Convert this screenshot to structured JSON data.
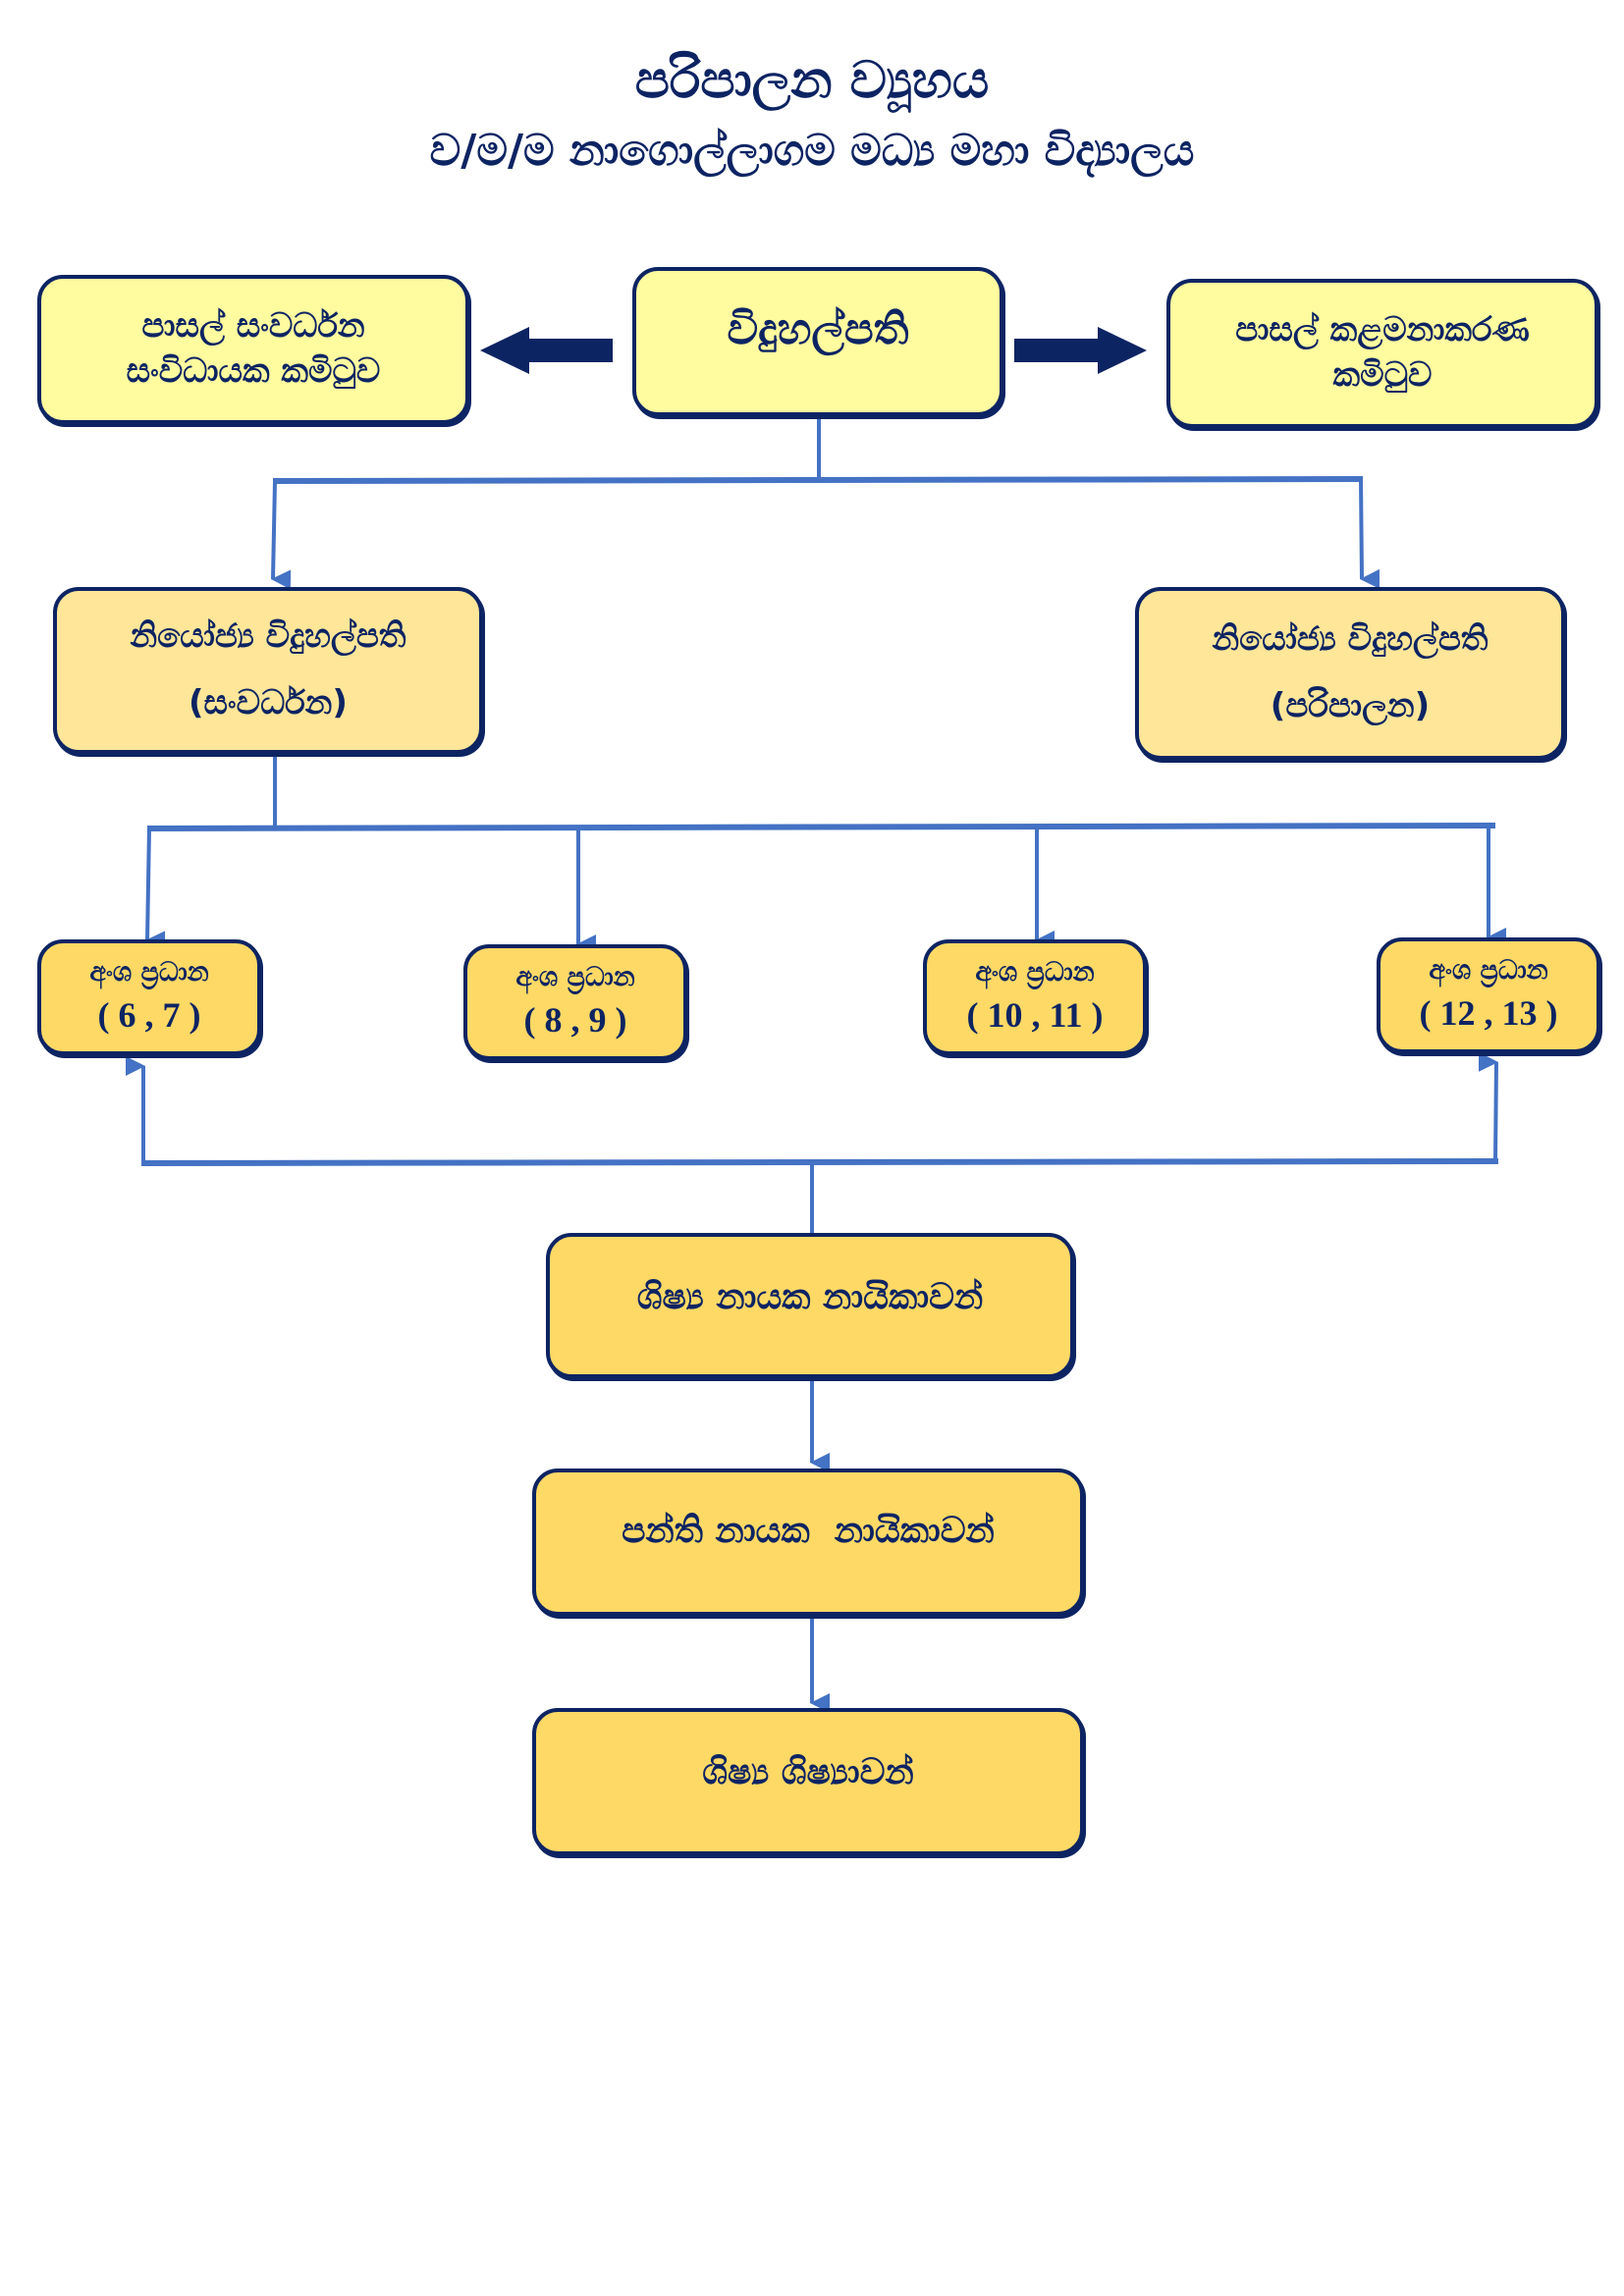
{
  "header": {
    "title": "පරිපාලන ව්‍යූහය",
    "subtitle": "ව/ම/ම නාගොල්ලාගම මධ්‍ය මහා විද්‍යාලය"
  },
  "colors": {
    "text": "#0d2463",
    "connector": "#4472c4",
    "box_pale_yellow": "#fffb9f",
    "box_beige": "#ffe699",
    "box_gold": "#ffd966"
  },
  "nodes": {
    "dev_committee": {
      "line1": "පාසල් සංවර්ධන",
      "line2": "සංවිධායක කමිටුව"
    },
    "principal": {
      "label": "විදුහල්පති"
    },
    "management_committee": {
      "line1": "පාසල් කළමනාකරණ",
      "line2": "කමිටුව"
    },
    "deputy_development": {
      "line1": "නියෝජ්‍ය විදුහල්පති",
      "line2": "(සංවර්ධන)"
    },
    "deputy_administration": {
      "line1": "නියෝජ්‍ය විදුහල්පති",
      "line2": "(පරිපාලන)"
    },
    "section_heads": [
      {
        "label": "අංශ ප්‍රධාන",
        "grades": "( 6 , 7 )"
      },
      {
        "label": "අංශ ප්‍රධාන",
        "grades": "( 8 , 9 )"
      },
      {
        "label": "අංශ ප්‍රධාන",
        "grades": "( 10 , 11 )"
      },
      {
        "label": "අංශ ප්‍රධාන",
        "grades": "( 12 , 13 )"
      }
    ],
    "prefects": {
      "label": "ශිෂ්‍ය නායක නායිකාවන්"
    },
    "class_monitors": {
      "label": "පන්ති නායක  නායිකාවන්"
    },
    "students": {
      "label": "ශිෂ්‍ය ශිෂ්‍යාවන්"
    }
  },
  "edges": [
    {
      "from": "principal",
      "to": "dev_committee",
      "style": "block-arrow"
    },
    {
      "from": "principal",
      "to": "management_committee",
      "style": "block-arrow"
    },
    {
      "from": "principal",
      "to": "deputy_development"
    },
    {
      "from": "principal",
      "to": "deputy_administration"
    },
    {
      "from": "deputy_development",
      "to": "section_heads.0"
    },
    {
      "from": "deputy_development",
      "to": "section_heads.1"
    },
    {
      "from": "deputy_development",
      "to": "section_heads.2"
    },
    {
      "from": "deputy_development",
      "to": "section_heads.3"
    },
    {
      "from": "prefects",
      "to": "section_heads.0"
    },
    {
      "from": "prefects",
      "to": "section_heads.3"
    },
    {
      "from": "prefects",
      "to": "class_monitors"
    },
    {
      "from": "class_monitors",
      "to": "students"
    }
  ]
}
